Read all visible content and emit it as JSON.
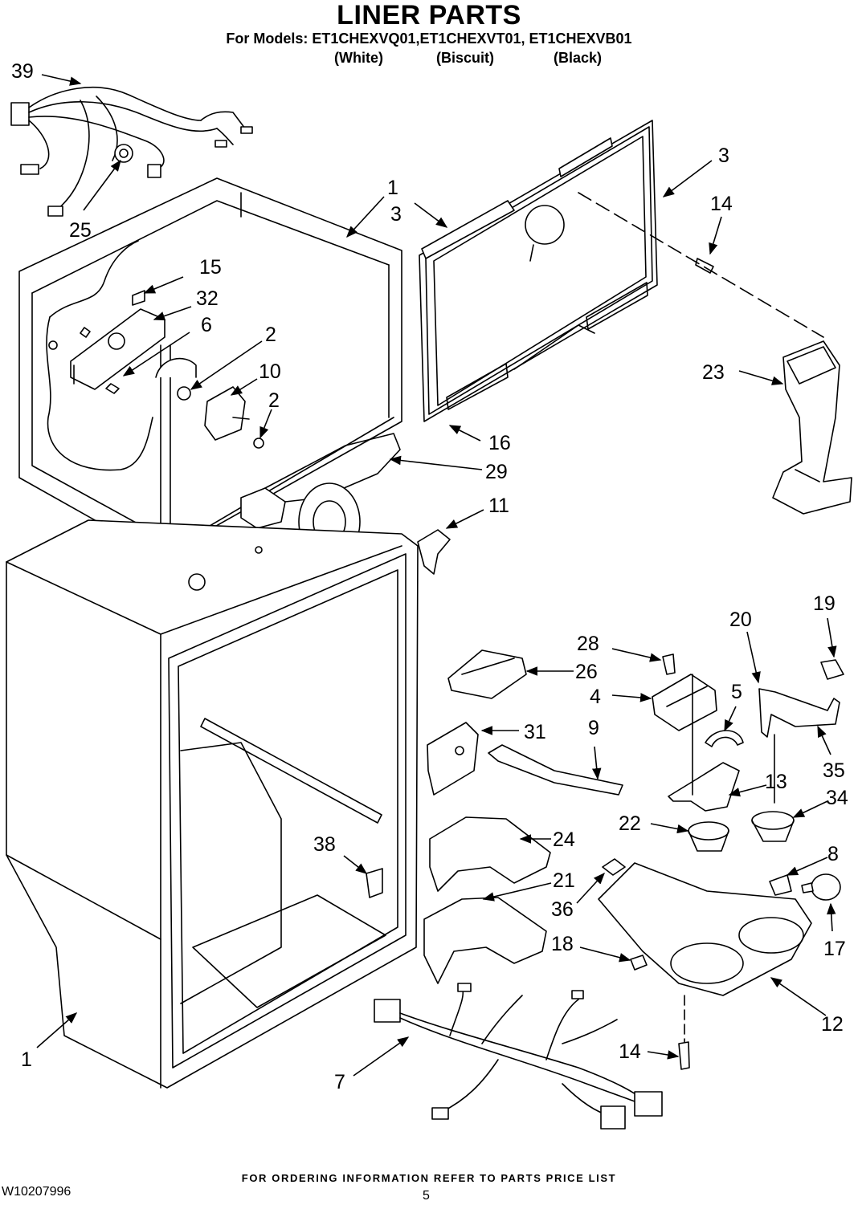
{
  "header": {
    "title": "LINER PARTS",
    "subtitle": "For Models: ET1CHEXVQ01,ET1CHEXVT01, ET1CHEXVB01",
    "colors": [
      "(White)",
      "(Biscuit)",
      "(Black)"
    ]
  },
  "callouts": [
    "39",
    "25",
    "1",
    "3",
    "3",
    "14",
    "15",
    "32",
    "6",
    "2",
    "10",
    "2",
    "23",
    "16",
    "29",
    "11",
    "19",
    "20",
    "28",
    "26",
    "4",
    "5",
    "31",
    "9",
    "35",
    "13",
    "34",
    "22",
    "24",
    "38",
    "8",
    "21",
    "36",
    "18",
    "17",
    "12",
    "1",
    "7",
    "14"
  ],
  "footer": {
    "ordering_note": "FOR ORDERING INFORMATION REFER TO PARTS PRICE LIST",
    "doc_number": "W10207996",
    "page_number": "5"
  }
}
